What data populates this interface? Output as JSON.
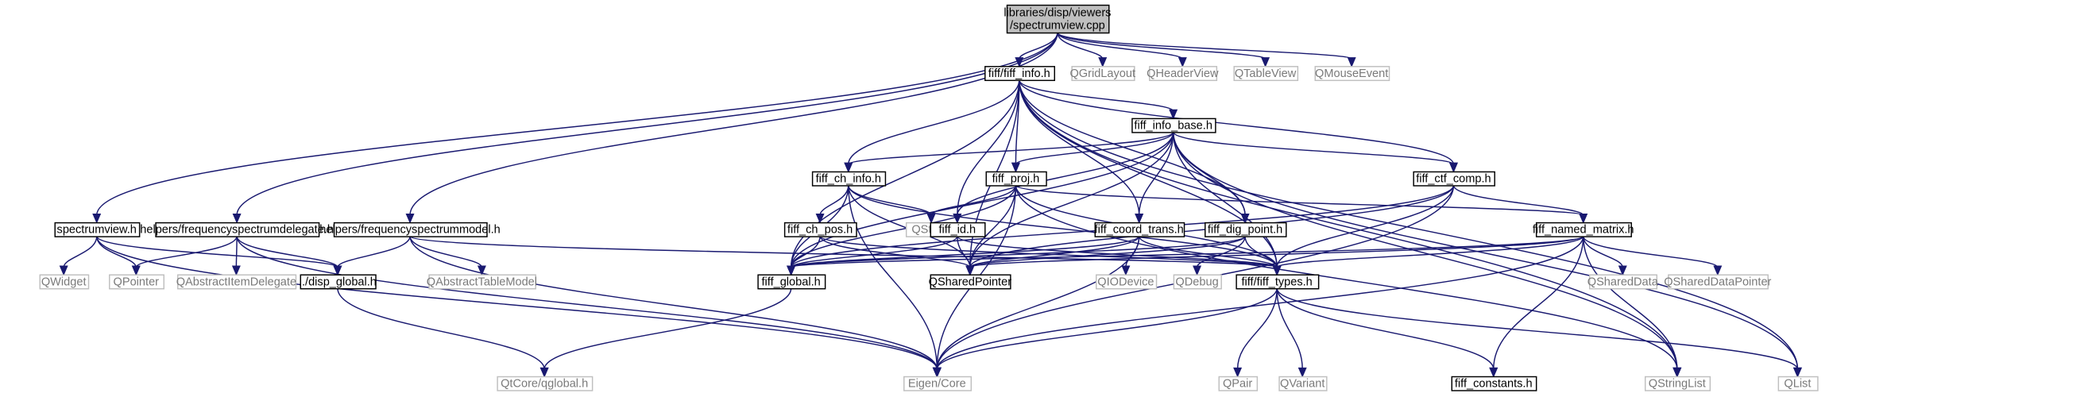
{
  "diagram": {
    "root": "spectrumview_cpp",
    "nodes": [
      {
        "id": "spectrumview_cpp",
        "lines": [
          "libraries/disp/viewers",
          "/spectrumview.cpp"
        ],
        "style": "root"
      },
      {
        "id": "fiff_info_h",
        "lines": [
          "fiff/fiff_info.h"
        ],
        "style": "doc"
      },
      {
        "id": "QGridLayout",
        "lines": [
          "QGridLayout"
        ],
        "style": "ext"
      },
      {
        "id": "QHeaderView",
        "lines": [
          "QHeaderView"
        ],
        "style": "ext"
      },
      {
        "id": "QTableView",
        "lines": [
          "QTableView"
        ],
        "style": "ext"
      },
      {
        "id": "QMouseEvent",
        "lines": [
          "QMouseEvent"
        ],
        "style": "ext"
      },
      {
        "id": "fiff_info_base_h",
        "lines": [
          "fiff_info_base.h"
        ],
        "style": "doc"
      },
      {
        "id": "fiff_ch_info_h",
        "lines": [
          "fiff_ch_info.h"
        ],
        "style": "doc"
      },
      {
        "id": "fiff_proj_h",
        "lines": [
          "fiff_proj.h"
        ],
        "style": "doc"
      },
      {
        "id": "fiff_ctf_comp_h",
        "lines": [
          "fiff_ctf_comp.h"
        ],
        "style": "doc"
      },
      {
        "id": "spectrumview_h",
        "lines": [
          "spectrumview.h"
        ],
        "style": "doc"
      },
      {
        "id": "frequencyspectrumdelegate_h",
        "lines": [
          "helpers/frequencyspectrumdelegate.h"
        ],
        "style": "doc"
      },
      {
        "id": "frequencyspectrummodel_h",
        "lines": [
          "helpers/frequencyspectrummodel.h"
        ],
        "style": "doc"
      },
      {
        "id": "fiff_ch_pos_h",
        "lines": [
          "fiff_ch_pos.h"
        ],
        "style": "doc"
      },
      {
        "id": "QString",
        "lines": [
          "QString"
        ],
        "style": "ext"
      },
      {
        "id": "fiff_id_h",
        "lines": [
          "fiff_id.h"
        ],
        "style": "doc"
      },
      {
        "id": "fiff_coord_trans_h",
        "lines": [
          "fiff_coord_trans.h"
        ],
        "style": "doc"
      },
      {
        "id": "fiff_dig_point_h",
        "lines": [
          "fiff_dig_point.h"
        ],
        "style": "doc"
      },
      {
        "id": "fiff_named_matrix_h",
        "lines": [
          "fiff_named_matrix.h"
        ],
        "style": "doc"
      },
      {
        "id": "QWidget",
        "lines": [
          "QWidget"
        ],
        "style": "ext"
      },
      {
        "id": "QPointer",
        "lines": [
          "QPointer"
        ],
        "style": "ext"
      },
      {
        "id": "disp_global_h",
        "lines": [
          "../disp_global.h"
        ],
        "style": "doc"
      },
      {
        "id": "QAbstractItemDelegate",
        "lines": [
          "QAbstractItemDelegate"
        ],
        "style": "ext"
      },
      {
        "id": "QAbstractTableModel",
        "lines": [
          "QAbstractTableModel"
        ],
        "style": "ext"
      },
      {
        "id": "fiff_global_h",
        "lines": [
          "fiff_global.h"
        ],
        "style": "doc"
      },
      {
        "id": "QSharedPointer",
        "lines": [
          "QSharedPointer"
        ],
        "style": "doc"
      },
      {
        "id": "QIODevice",
        "lines": [
          "QIODevice"
        ],
        "style": "ext"
      },
      {
        "id": "QDebug",
        "lines": [
          "QDebug"
        ],
        "style": "ext"
      },
      {
        "id": "fiff_types_h",
        "lines": [
          "fiff/fiff_types.h"
        ],
        "style": "doc"
      },
      {
        "id": "QSharedData",
        "lines": [
          "QSharedData"
        ],
        "style": "ext"
      },
      {
        "id": "QSharedDataPointer",
        "lines": [
          "QSharedDataPointer"
        ],
        "style": "ext"
      },
      {
        "id": "QStringList",
        "lines": [
          "QStringList"
        ],
        "style": "ext"
      },
      {
        "id": "QList",
        "lines": [
          "QList"
        ],
        "style": "ext"
      },
      {
        "id": "QtCore_qglobal_h",
        "lines": [
          "QtCore/qglobal.h"
        ],
        "style": "ext"
      },
      {
        "id": "Eigen_Core",
        "lines": [
          "Eigen/Core"
        ],
        "style": "ext"
      },
      {
        "id": "QPair",
        "lines": [
          "QPair"
        ],
        "style": "ext"
      },
      {
        "id": "QVariant",
        "lines": [
          "QVariant"
        ],
        "style": "ext"
      },
      {
        "id": "fiff_constants_h",
        "lines": [
          "fiff_constants.h"
        ],
        "style": "doc"
      }
    ],
    "edges": [
      [
        "spectrumview_cpp",
        "fiff_info_h"
      ],
      [
        "spectrumview_cpp",
        "QGridLayout"
      ],
      [
        "spectrumview_cpp",
        "QHeaderView"
      ],
      [
        "spectrumview_cpp",
        "QTableView"
      ],
      [
        "spectrumview_cpp",
        "QMouseEvent"
      ],
      [
        "spectrumview_cpp",
        "spectrumview_h"
      ],
      [
        "spectrumview_cpp",
        "frequencyspectrumdelegate_h"
      ],
      [
        "spectrumview_cpp",
        "frequencyspectrummodel_h"
      ],
      [
        "fiff_info_h",
        "fiff_info_base_h"
      ],
      [
        "fiff_info_h",
        "fiff_ch_info_h"
      ],
      [
        "fiff_info_h",
        "fiff_proj_h"
      ],
      [
        "fiff_info_h",
        "fiff_ctf_comp_h"
      ],
      [
        "fiff_info_h",
        "fiff_id_h"
      ],
      [
        "fiff_info_h",
        "fiff_coord_trans_h"
      ],
      [
        "fiff_info_h",
        "fiff_dig_point_h"
      ],
      [
        "fiff_info_h",
        "fiff_global_h"
      ],
      [
        "fiff_info_h",
        "QSharedPointer"
      ],
      [
        "fiff_info_h",
        "fiff_types_h"
      ],
      [
        "fiff_info_h",
        "QStringList"
      ],
      [
        "fiff_info_h",
        "QList"
      ],
      [
        "fiff_info_base_h",
        "fiff_ch_info_h"
      ],
      [
        "fiff_info_base_h",
        "fiff_proj_h"
      ],
      [
        "fiff_info_base_h",
        "fiff_ctf_comp_h"
      ],
      [
        "fiff_info_base_h",
        "fiff_id_h"
      ],
      [
        "fiff_info_base_h",
        "fiff_coord_trans_h"
      ],
      [
        "fiff_info_base_h",
        "fiff_dig_point_h"
      ],
      [
        "fiff_info_base_h",
        "fiff_global_h"
      ],
      [
        "fiff_info_base_h",
        "QSharedPointer"
      ],
      [
        "fiff_info_base_h",
        "fiff_types_h"
      ],
      [
        "fiff_info_base_h",
        "QStringList"
      ],
      [
        "fiff_info_base_h",
        "QList"
      ],
      [
        "fiff_ch_info_h",
        "fiff_ch_pos_h"
      ],
      [
        "fiff_ch_info_h",
        "QString"
      ],
      [
        "fiff_ch_info_h",
        "fiff_global_h"
      ],
      [
        "fiff_ch_info_h",
        "QSharedPointer"
      ],
      [
        "fiff_ch_info_h",
        "fiff_types_h"
      ],
      [
        "fiff_ch_info_h",
        "Eigen_Core"
      ],
      [
        "fiff_proj_h",
        "fiff_named_matrix_h"
      ],
      [
        "fiff_proj_h",
        "QString"
      ],
      [
        "fiff_proj_h",
        "fiff_global_h"
      ],
      [
        "fiff_proj_h",
        "QSharedPointer"
      ],
      [
        "fiff_proj_h",
        "fiff_types_h"
      ],
      [
        "fiff_proj_h",
        "Eigen_Core"
      ],
      [
        "fiff_proj_h",
        "QStringList"
      ],
      [
        "fiff_ctf_comp_h",
        "fiff_named_matrix_h"
      ],
      [
        "fiff_ctf_comp_h",
        "fiff_global_h"
      ],
      [
        "fiff_ctf_comp_h",
        "QSharedPointer"
      ],
      [
        "fiff_ctf_comp_h",
        "fiff_types_h"
      ],
      [
        "fiff_ctf_comp_h",
        "Eigen_Core"
      ],
      [
        "fiff_ch_pos_h",
        "fiff_global_h"
      ],
      [
        "fiff_ch_pos_h",
        "QSharedPointer"
      ],
      [
        "fiff_ch_pos_h",
        "fiff_types_h"
      ],
      [
        "fiff_id_h",
        "fiff_global_h"
      ],
      [
        "fiff_id_h",
        "QSharedPointer"
      ],
      [
        "fiff_id_h",
        "fiff_types_h"
      ],
      [
        "fiff_coord_trans_h",
        "fiff_global_h"
      ],
      [
        "fiff_coord_trans_h",
        "QSharedPointer"
      ],
      [
        "fiff_coord_trans_h",
        "QIODevice"
      ],
      [
        "fiff_coord_trans_h",
        "fiff_types_h"
      ],
      [
        "fiff_coord_trans_h",
        "Eigen_Core"
      ],
      [
        "fiff_dig_point_h",
        "fiff_global_h"
      ],
      [
        "fiff_dig_point_h",
        "QSharedPointer"
      ],
      [
        "fiff_dig_point_h",
        "QDebug"
      ],
      [
        "fiff_dig_point_h",
        "fiff_types_h"
      ],
      [
        "fiff_named_matrix_h",
        "fiff_global_h"
      ],
      [
        "fiff_named_matrix_h",
        "QSharedPointer"
      ],
      [
        "fiff_named_matrix_h",
        "fiff_types_h"
      ],
      [
        "fiff_named_matrix_h",
        "QSharedData"
      ],
      [
        "fiff_named_matrix_h",
        "QSharedDataPointer"
      ],
      [
        "fiff_named_matrix_h",
        "QStringList"
      ],
      [
        "fiff_named_matrix_h",
        "Eigen_Core"
      ],
      [
        "fiff_named_matrix_h",
        "fiff_constants_h"
      ],
      [
        "spectrumview_h",
        "QWidget"
      ],
      [
        "spectrumview_h",
        "QPointer"
      ],
      [
        "spectrumview_h",
        "disp_global_h"
      ],
      [
        "spectrumview_h",
        "Eigen_Core"
      ],
      [
        "frequencyspectrumdelegate_h",
        "QPointer"
      ],
      [
        "frequencyspectrumdelegate_h",
        "disp_global_h"
      ],
      [
        "frequencyspectrumdelegate_h",
        "QAbstractItemDelegate"
      ],
      [
        "frequencyspectrumdelegate_h",
        "Eigen_Core"
      ],
      [
        "frequencyspectrummodel_h",
        "disp_global_h"
      ],
      [
        "frequencyspectrummodel_h",
        "QAbstractTableModel"
      ],
      [
        "frequencyspectrummodel_h",
        "fiff_types_h"
      ],
      [
        "frequencyspectrummodel_h",
        "Eigen_Core"
      ],
      [
        "disp_global_h",
        "QtCore_qglobal_h"
      ],
      [
        "fiff_global_h",
        "QtCore_qglobal_h"
      ],
      [
        "fiff_types_h",
        "Eigen_Core"
      ],
      [
        "fiff_types_h",
        "QPair"
      ],
      [
        "fiff_types_h",
        "QVariant"
      ],
      [
        "fiff_types_h",
        "fiff_constants_h"
      ],
      [
        "fiff_types_h",
        "QList"
      ]
    ]
  }
}
